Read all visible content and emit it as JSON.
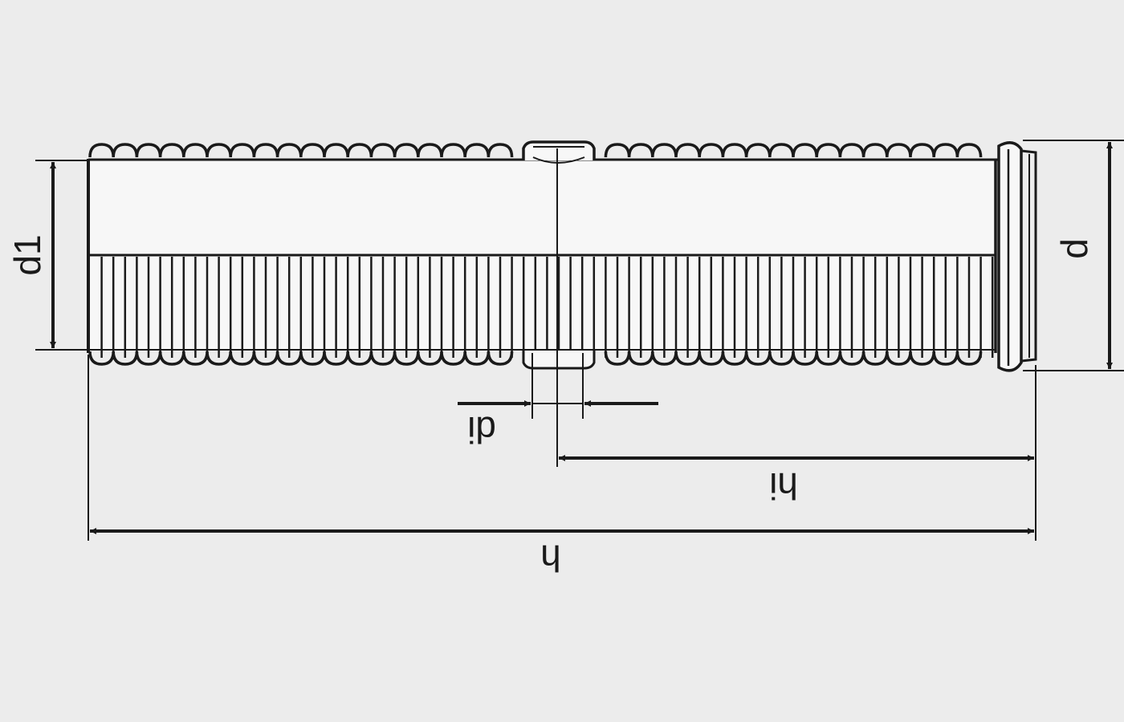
{
  "colors": {
    "background": "#ececec",
    "ink": "#1a1a1a",
    "pipe_fill": "#f7f7f7"
  },
  "labels": {
    "d1": "d1",
    "d": "d",
    "di": "di",
    "hi": "hi",
    "h": "h"
  }
}
